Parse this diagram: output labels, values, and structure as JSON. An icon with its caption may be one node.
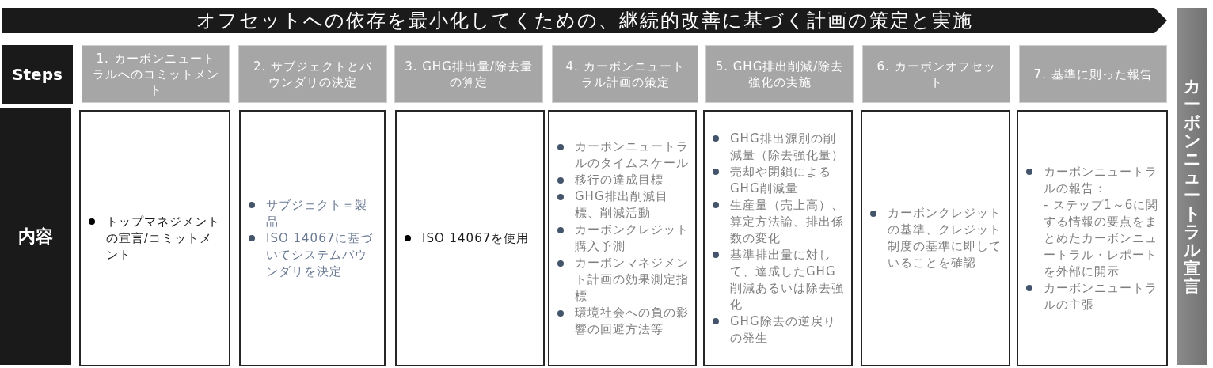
{
  "diagram": {
    "nodes": [
      {
        "text": [
          "オフセットへの依存を最小化してくための、継続的改善に基づく計画の策定と実施"
        ]
      },
      {
        "text": [
          "Steps"
        ]
      },
      {
        "text": [
          "1. カーボンニュートラルへのコミットメント"
        ]
      },
      {
        "text": [
          "2. サブジェクトとバウンダリの決定"
        ]
      },
      {
        "text": [
          "3. GHG排出量/除去量の算定"
        ]
      },
      {
        "text": [
          "4. カーボンニュートラル計画の策定"
        ]
      },
      {
        "text": [
          "5. GHG排出削減/除去強化の実施"
        ]
      },
      {
        "text": [
          "6. カーボンオフセット"
        ]
      },
      {
        "text": [
          "7. 基準に則った報告"
        ]
      },
      {
        "text": [
          "内容"
        ]
      },
      {
        "text": [
          "トップマネジメントの宣言/コミットメント"
        ]
      },
      {
        "text": [
          "サブジェクト＝製品",
          "ISO 14067に基づいてシステムバウンダリを決定"
        ]
      },
      {
        "text": [
          "ISO 14067を使用"
        ]
      },
      {
        "text": [
          "カーボンニュートラルのタイムスケール",
          "移行の達成目標",
          "GHG排出削減目標、削減活動",
          "カーボンクレジット購入予測",
          "カーボンマネジメント計画の効果測定指標",
          "環境社会への負の影響の回避方法等"
        ]
      },
      {
        "text": [
          "GHG排出源別の削減量（除去強化量）",
          "売却や閉鎖によるGHG削減量",
          "生産量（売上高）、算定方法論、排出係数の変化",
          "基準排出量に対して、達成したGHG削減あるいは除去強化",
          "GHG除去の逆戻りの発生"
        ]
      },
      {
        "text": [
          "カーボンクレジットの基準、クレジット制度の基準に即していることを確認"
        ]
      },
      {
        "text": [
          "カーボンニュートラルの報告：",
          "- ステップ1～6に関する情報の要点をまとめたカーボンニュートラル・レポートを外部に開示",
          "カーボンニュートラルの主張"
        ]
      },
      {
        "text": [
          "カーボンニュートラル宣言"
        ]
      }
    ]
  }
}
